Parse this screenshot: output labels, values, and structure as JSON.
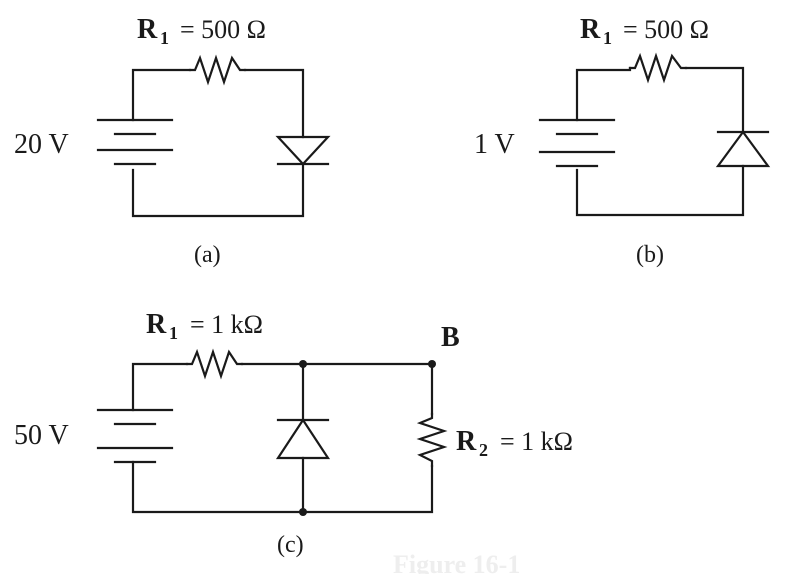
{
  "circuits": {
    "a": {
      "caption": "(a)",
      "source": "20 V",
      "r1_name": "R",
      "r1_sub": "1",
      "r1_value": "= 500 Ω"
    },
    "b": {
      "caption": "(b)",
      "source": "1 V",
      "r1_name": "R",
      "r1_sub": "1",
      "r1_value": "= 500 Ω"
    },
    "c": {
      "caption": "(c)",
      "source": "50 V",
      "node_label": "B",
      "r1_name": "R",
      "r1_sub": "1",
      "r1_value": "= 1 kΩ",
      "r2_name": "R",
      "r2_sub": "2",
      "r2_value": "= 1 kΩ"
    }
  },
  "figure_caption": "Figure 16-1"
}
